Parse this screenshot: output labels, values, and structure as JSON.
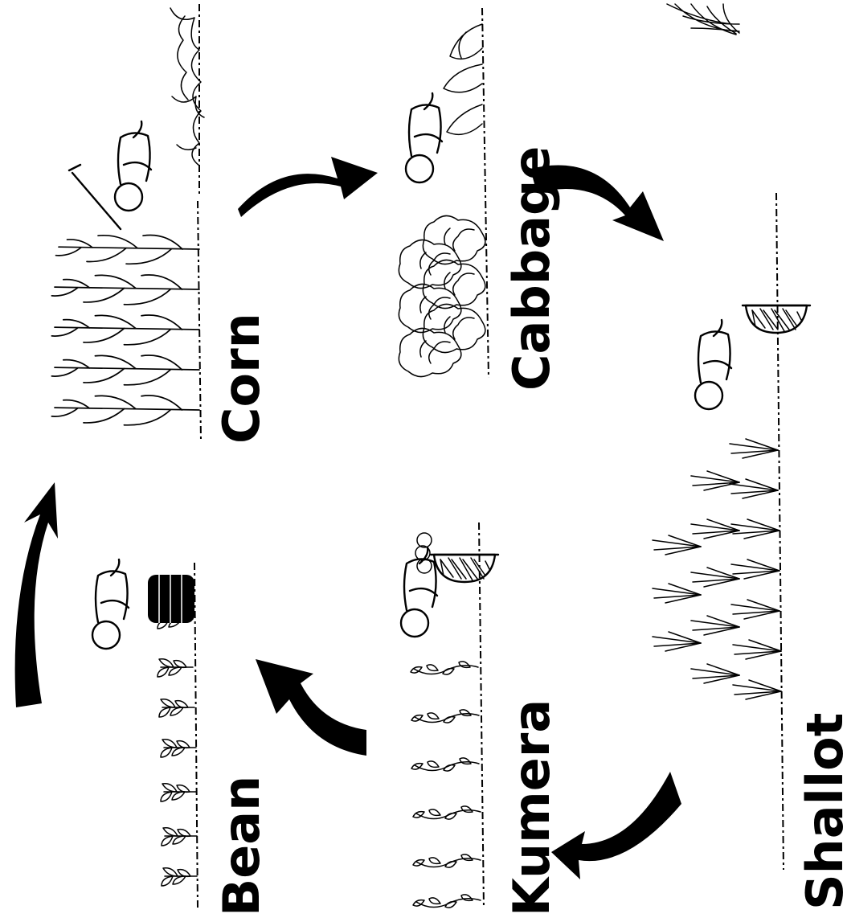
{
  "crops": {
    "bean": "Bean",
    "corn": "Corn",
    "cabbage": "Cabbage",
    "shallot": "Shallot",
    "kumera": "Kumera"
  },
  "colors": {
    "ink": "#000000",
    "background": "#ffffff"
  },
  "icons": [
    "farmer-icon",
    "basket-icon",
    "hoe-icon",
    "rotation-arrow-icon"
  ]
}
